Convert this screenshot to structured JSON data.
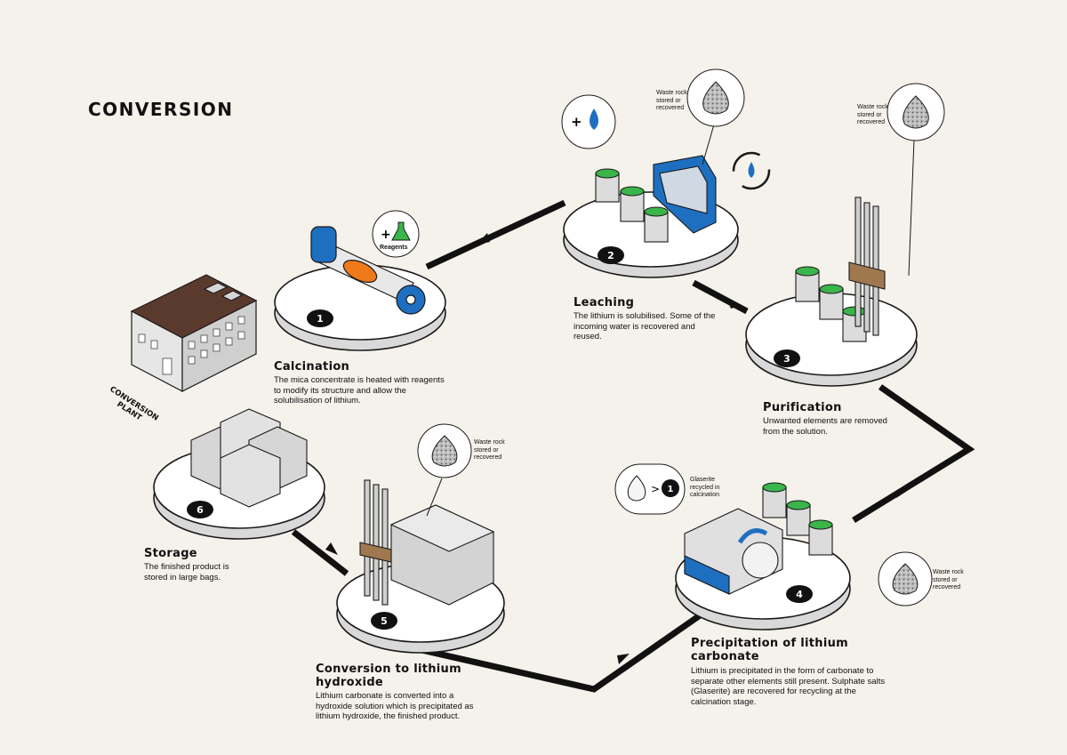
{
  "title": "CONVERSION",
  "plant_label": "CONVERSION PLANT",
  "reagents_label": "Reagents",
  "waste_note": "Waste rock stored or recovered",
  "glaserite_note": "Glaserite recycled in calcination",
  "glaserite_step_ref": "1",
  "steps": [
    {
      "number": "1",
      "title": "Calcination",
      "desc": "The mica concentrate is heated with reagents to modify its structure and allow the solubilisation of lithium."
    },
    {
      "number": "2",
      "title": "Leaching",
      "desc": "The lithium is solubilised. Some of the incoming water is recovered and reused."
    },
    {
      "number": "3",
      "title": "Purification",
      "desc": "Unwanted elements are removed from the solution."
    },
    {
      "number": "4",
      "title": "Precipitation of lithium carbonate",
      "desc": "Lithium is precipitated in the form of carbonate to separate other elements still present. Sulphate salts (Glaserite) are recovered for recycling at the calcination stage."
    },
    {
      "number": "5",
      "title": "Conversion to lithium hydroxide",
      "desc": "Lithium carbonate is converted into a hydroxide solution which is precipitated as lithium hydroxide, the finished product."
    },
    {
      "number": "6",
      "title": "Storage",
      "desc": "The finished product is stored in large bags."
    }
  ],
  "colors": {
    "background": "#f5f1eb",
    "accent_blue": "#1e6fc0",
    "liquid_green": "#3bb54a",
    "furnace_orange": "#f07a1a",
    "building_brown": "#5b3a2e",
    "flow_line": "#111111"
  }
}
